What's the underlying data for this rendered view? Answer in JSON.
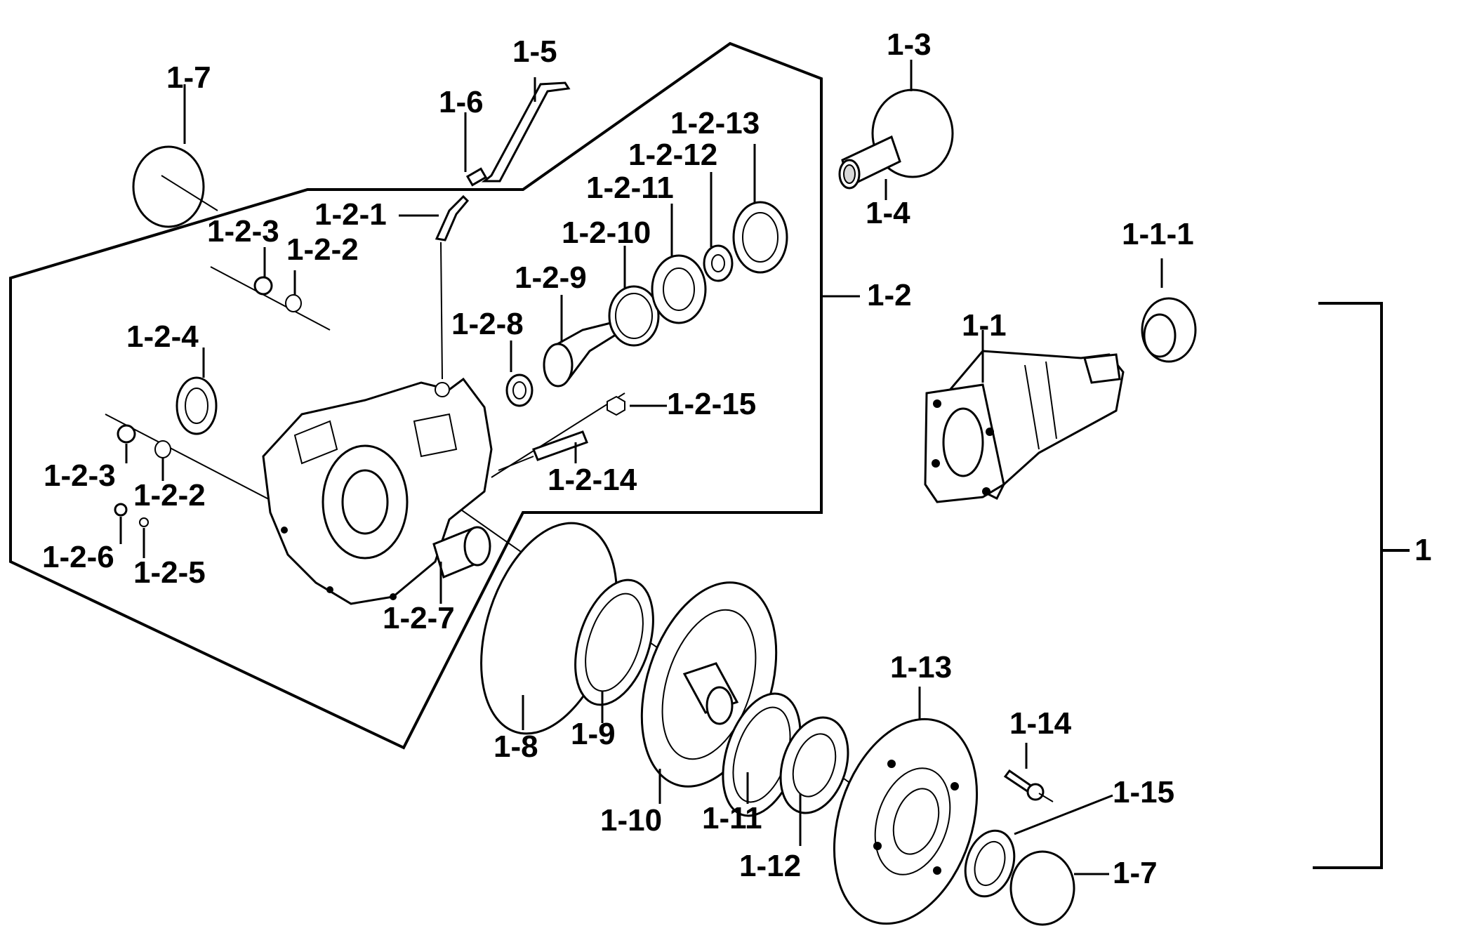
{
  "diagram": {
    "callouts": {
      "c_1": "1",
      "c_1_1": "1-1",
      "c_1_1_1": "1-1-1",
      "c_1_2": "1-2",
      "c_1_2_1": "1-2-1",
      "c_1_2_2_top": "1-2-2",
      "c_1_2_2_bottom": "1-2-2",
      "c_1_2_3_top": "1-2-3",
      "c_1_2_3_bottom": "1-2-3",
      "c_1_2_4": "1-2-4",
      "c_1_2_5": "1-2-5",
      "c_1_2_6": "1-2-6",
      "c_1_2_7": "1-2-7",
      "c_1_2_8": "1-2-8",
      "c_1_2_9": "1-2-9",
      "c_1_2_10": "1-2-10",
      "c_1_2_11": "1-2-11",
      "c_1_2_12": "1-2-12",
      "c_1_2_13": "1-2-13",
      "c_1_2_14": "1-2-14",
      "c_1_2_15": "1-2-15",
      "c_1_3": "1-3",
      "c_1_4": "1-4",
      "c_1_5": "1-5",
      "c_1_6": "1-6",
      "c_1_7_top": "1-7",
      "c_1_7_bottom": "1-7",
      "c_1_8": "1-8",
      "c_1_9": "1-9",
      "c_1_10": "1-10",
      "c_1_11": "1-11",
      "c_1_12": "1-12",
      "c_1_13": "1-13",
      "c_1_14": "1-14",
      "c_1_15": "1-15"
    }
  }
}
